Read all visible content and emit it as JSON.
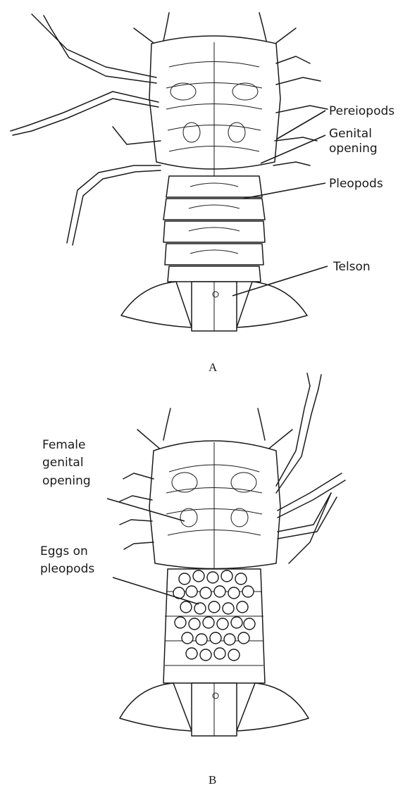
{
  "panels": [
    {
      "id": "A",
      "caption": "A",
      "labels": [
        "Pereiopods",
        "Genital",
        "opening",
        "Pleopods",
        "Telson"
      ]
    },
    {
      "id": "B",
      "caption": "B",
      "labels": [
        "Female",
        "genital",
        "opening",
        "Eggs on",
        "pleopods"
      ]
    }
  ]
}
